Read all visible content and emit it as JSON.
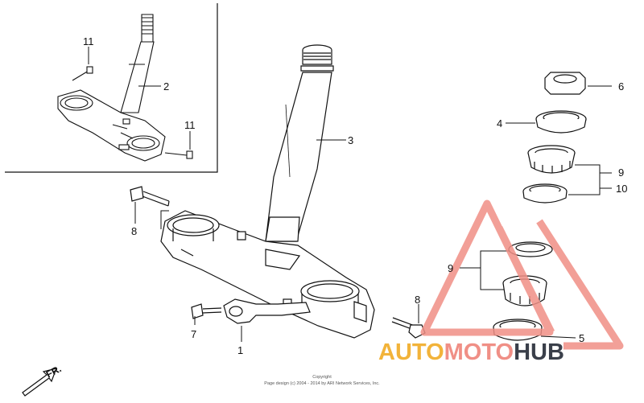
{
  "diagram": {
    "callouts": {
      "c1": "1",
      "c2": "2",
      "c3": "3",
      "c4": "4",
      "c5": "5",
      "c6": "6",
      "c7": "7",
      "c8a": "8",
      "c8b": "8",
      "c9a": "9",
      "c9b": "9",
      "c10": "10",
      "c11a": "11",
      "c11b": "11"
    },
    "direction_label": "FR.",
    "copyright_line1": "Copyright",
    "copyright_line2": "Page design (c) 2004 - 2014 by ARI Network Services, Inc."
  },
  "watermark": {
    "part1": "AUTO",
    "part2": "MOTO",
    "part3": "HUB",
    "colors": {
      "auto": "#f2b33a",
      "moto": "#f08f86",
      "hub": "#3a3f4a",
      "triangle": "#f08f86"
    }
  }
}
